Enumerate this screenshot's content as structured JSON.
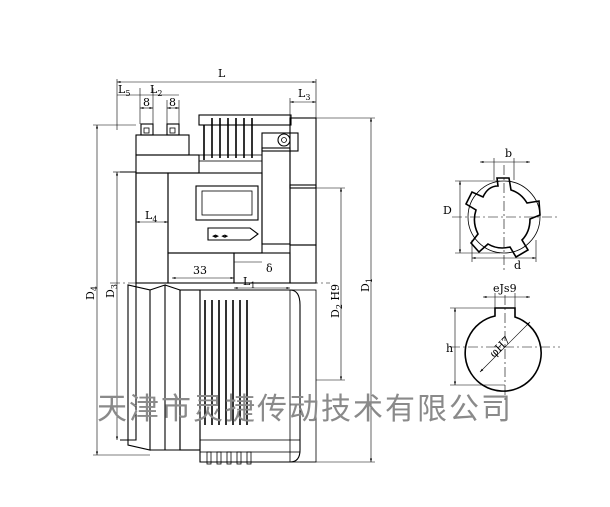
{
  "labels": {
    "L": "L",
    "L5": "L",
    "L5_sub": "5",
    "L2": "L",
    "L2_sub": "2",
    "L3": "L",
    "L3_sub": "3",
    "L4": "L",
    "L4_sub": "4",
    "L1": "L",
    "L1_sub": "1",
    "D4": "D",
    "D4_sub": "4",
    "D3": "D",
    "D3_sub": "3",
    "D2H9": "D",
    "D2H9_sub": "2",
    "D2H9_tail": " H9",
    "D1": "D",
    "D1_sub": "1",
    "num8a": "8",
    "num8b": "8",
    "num33": "33",
    "delta": "δ",
    "spline_b": "b",
    "spline_D": "D",
    "spline_d": "d",
    "key_eJs9": "eJs9",
    "key_h": "h",
    "key_phiH7": "φH7"
  },
  "watermark": "天津市灵捷传动技术有限公司"
}
